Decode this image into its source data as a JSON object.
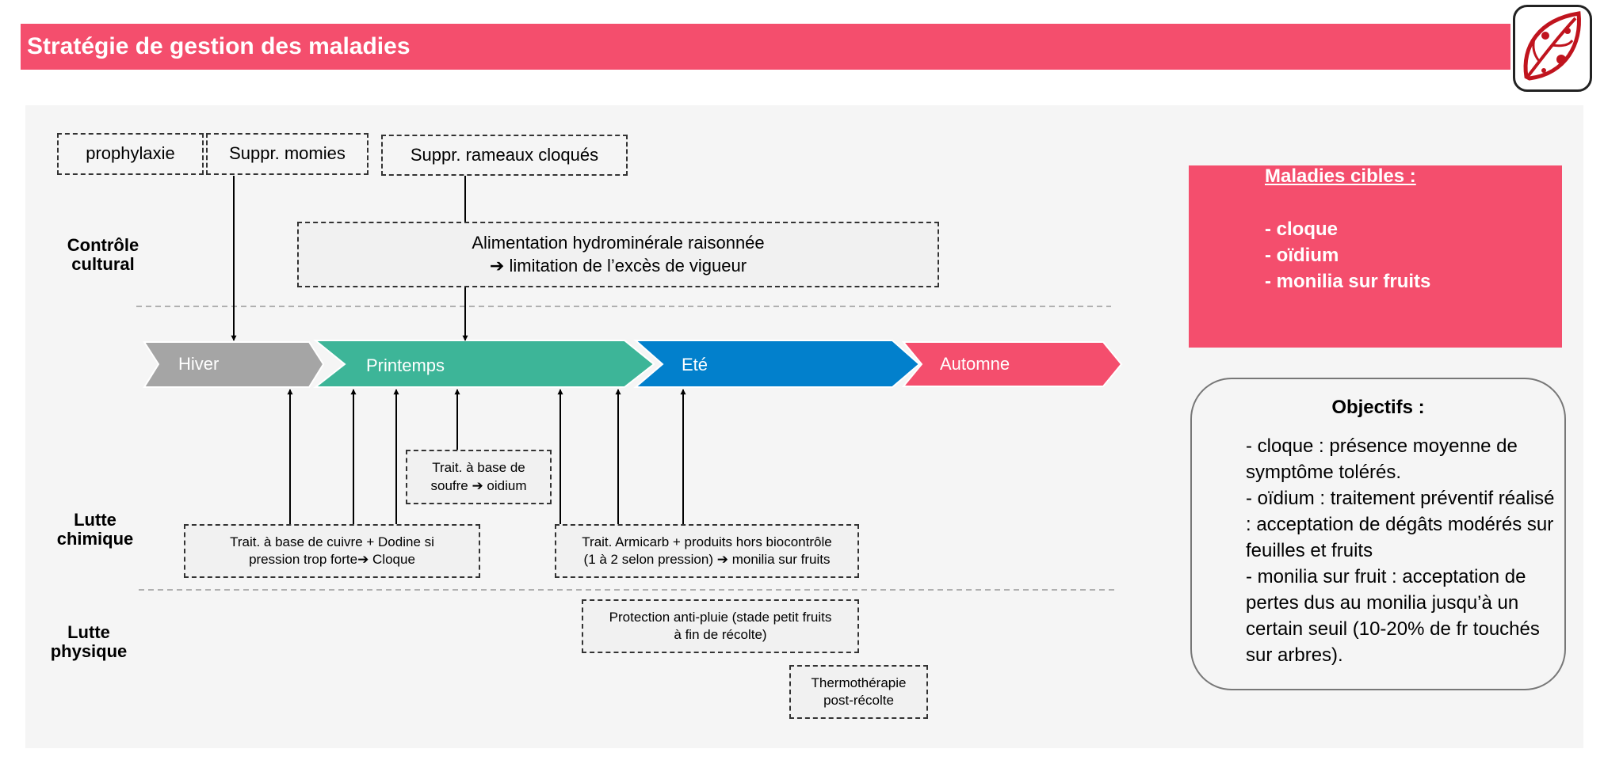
{
  "header": {
    "title": "Stratégie de gestion des maladies"
  },
  "logo": {
    "icon": "leaf-disease-icon",
    "color": "#c0141e"
  },
  "colors": {
    "accent": "#f44e6d",
    "hiver": "#a5a5a5",
    "printemps": "#3db598",
    "ete": "#0280cc",
    "automne": "#f44e6d"
  },
  "rows": {
    "culture": "Contrôle cultural",
    "chimique": "Lutte chimique",
    "physique": "Lutte physique"
  },
  "seasons": {
    "hiver": "Hiver",
    "printemps": "Printemps",
    "ete": "Eté",
    "automne": "Automne"
  },
  "boxes": {
    "prophylaxie": "prophylaxie",
    "momies": "Suppr. momies",
    "rameaux": "Suppr. rameaux cloqués",
    "alim_line1": "Alimentation hydrominérale raisonnée",
    "alim_line2": "➔ limitation de l’excès de vigueur",
    "soufre_line1": "Trait. à base de",
    "soufre_line2": "soufre ➔ oidium",
    "cuivre_line1": "Trait. à base de cuivre + Dodine si",
    "cuivre_line2": "pression trop forte➔ Cloque",
    "armicarb_line1": "Trait. Armicarb + produits hors biocontrôle",
    "armicarb_line2": "(1 à 2 selon pression) ➔ monilia sur fruits",
    "pluie_line1": "Protection anti-pluie (stade petit fruits",
    "pluie_line2": "à fin de récolte)",
    "thermo_line1": "Thermothérapie",
    "thermo_line2": "post-récolte"
  },
  "targets": {
    "title": "Maladies cibles :",
    "items": [
      "- cloque",
      "- oïdium",
      "- monilia sur fruits"
    ]
  },
  "objectives": {
    "title": "Objectifs :",
    "items": [
      "- cloque : présence moyenne de symptôme tolérés.",
      "- oïdium : traitement préventif réalisé : acceptation de dégâts modérés sur feuilles et fruits",
      "- monilia sur fruit : acceptation de pertes dus au monilia jusqu’à un certain seuil (10-20% de fr touchés sur arbres)."
    ]
  }
}
